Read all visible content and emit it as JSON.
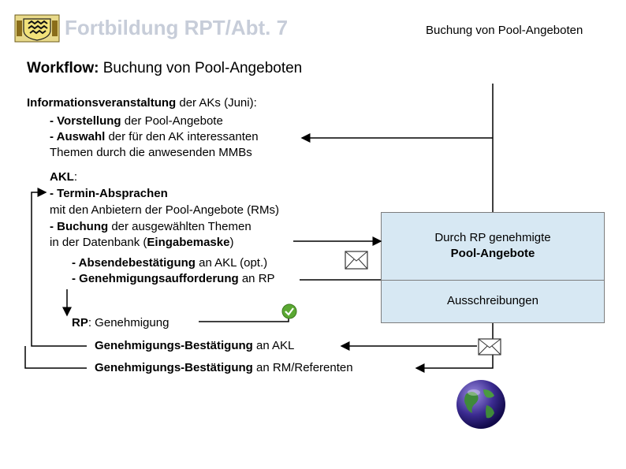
{
  "header": {
    "title": "Fortbildung RPT/Abt. 7",
    "subtitle": "Buchung von Pool-Angeboten",
    "logo_icon": "coat-of-arms-icon"
  },
  "workflow": {
    "label": "Workflow:",
    "title": " Buchung von Pool-Angeboten"
  },
  "info_event": {
    "heading_bold": "Informationsveranstaltung",
    "heading_rest": " der AKs (Juni):",
    "line1_bold": "- Vorstellung",
    "line1_rest": " der Pool-Angebote",
    "line2_bold": "- Auswahl",
    "line2_rest": " der für den AK interessanten",
    "line3": "Themen durch die anwesenden MMBs"
  },
  "akl": {
    "heading_bold": "AKL",
    "heading_rest": ":",
    "line1": "- Termin-Absprachen",
    "line2": "mit den Anbietern der Pool-Angebote (RMs)",
    "line3_bold": "- Buchung",
    "line3_rest": " der ausgewählten Themen",
    "line4_pre": "in der Datenbank (",
    "line4_bold": "Eingabemaske",
    "line4_post": ")",
    "line5_bold": "- Absendebestätigung",
    "line5_rest": " an AKL (opt.)",
    "line6_bold": "- Genehmigungsaufforderung",
    "line6_rest": " an RP"
  },
  "rp": {
    "label_bold": "RP",
    "label_rest": ": Genehmigung"
  },
  "confirmations": {
    "akl_bold": "Genehmigungs-Bestätigung",
    "akl_rest": " an AKL",
    "rm_bold": "Genehmigungs-Bestätigung",
    "rm_rest": " an RM/Referenten"
  },
  "boxes": {
    "approved_line1": "Durch RP genehmigte",
    "approved_line2": "Pool-Angebote",
    "tenders": "Ausschreibungen"
  },
  "icons": {
    "mail": "envelope-icon",
    "check": "checkmark-icon",
    "globe": "globe-icon"
  },
  "colors": {
    "header_title": "#c7cdd9",
    "box_fill": "#d7e8f3",
    "check_green": "#5aa832",
    "globe_purple": "#3a2a8f"
  }
}
